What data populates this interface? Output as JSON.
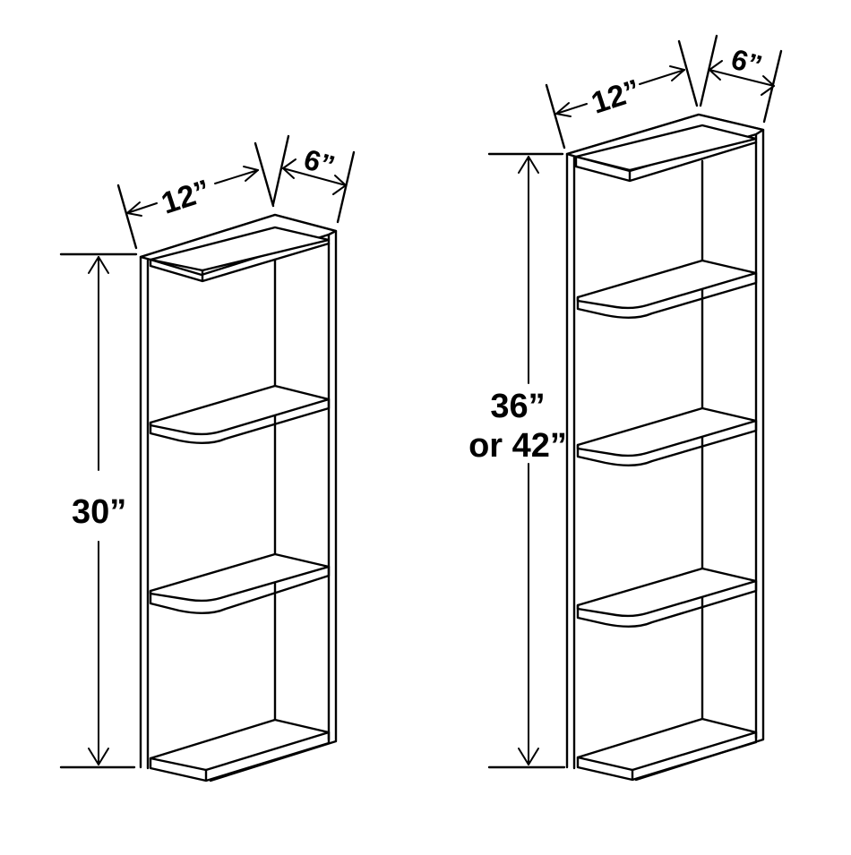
{
  "diagram": {
    "left_cabinet": {
      "width_label": "12”",
      "depth_label": "6”",
      "height_label": "30”",
      "shelves": 4
    },
    "right_cabinet": {
      "width_label": "12”",
      "depth_label": "6”",
      "height_label_line1": "36”",
      "height_label_line2": "or 42”",
      "shelves": 5
    }
  }
}
